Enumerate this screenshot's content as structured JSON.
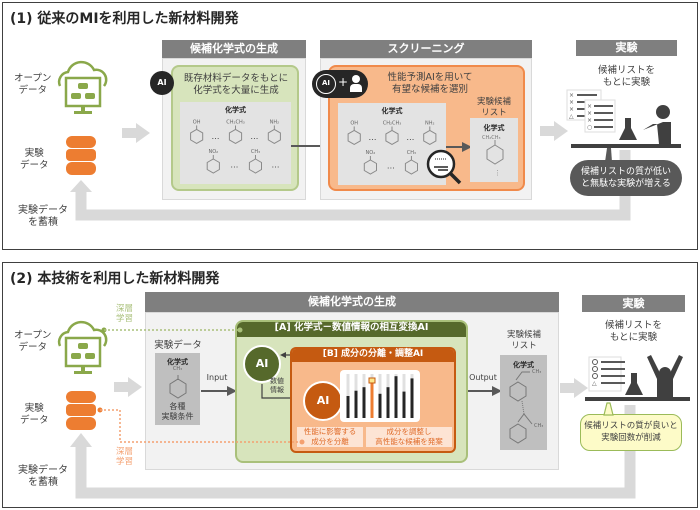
{
  "colors": {
    "green": "#8aa84a",
    "orange": "#ed7d31",
    "gray_header": "#7f7f7f",
    "green_box": "#d7e4bc",
    "orange_box": "#f8b98b",
    "olive": "#56692b",
    "dark_orange": "#c55a11",
    "bubble_yellow": "#fdfbc8"
  },
  "panel1": {
    "title": "(1) 従来のMIを利用した新材料開発",
    "open_data": "オープン\nデータ",
    "exp_data": "実験\nデータ",
    "accumulate": "実験データ\nを蓄積",
    "gen": {
      "header": "候補化学式の生成",
      "desc": "既存材料データをもとに\n化学式を大量に生成",
      "formula_label": "化学式",
      "ai": "AI"
    },
    "screen": {
      "header": "スクリーニング",
      "desc": "性能予測AIを用いて\n有望な候補を選別",
      "formula_label": "化学式",
      "ai": "AI",
      "plus": "+",
      "list_label": "実験候補\nリスト",
      "list_formula": "化学式",
      "list_sub": "CH₂CH₃"
    },
    "subs": [
      "OH",
      "CH₂CH₃",
      "NH₂",
      "NO₂",
      "CH₃"
    ],
    "dots": "…",
    "exp": {
      "header": "実験",
      "desc": "候補リストを\nもとに実験",
      "bubble": "候補リストの質が低い\nと無駄な実験が増える"
    }
  },
  "panel2": {
    "title": "(2) 本技術を利用した新材料開発",
    "open_data": "オープン\nデータ",
    "exp_data": "実験\nデータ",
    "accumulate": "実験データ\nを蓄積",
    "deep1": "深層\n学習",
    "deep2": "深層\n学習",
    "gen_header": "候補化学式の生成",
    "input_label": "実験データ",
    "input_formula": "化学式",
    "input_sub": "CH₃",
    "input_cond": "各種\n実験条件",
    "input": "Input",
    "output": "Output",
    "a_header": "[A] 化学式－数値情報の相互変換AI",
    "b_header": "[B] 成分の分離・調整AI",
    "numeric": "数値\n情報",
    "ai": "AI",
    "sep": "性能に影響する\n成分を分離",
    "adjust": "成分を調整し\n高性能な候補を発案",
    "list_label": "実験候補\nリスト",
    "list_formula": "化学式",
    "list_sub1": "CH₃",
    "list_sub2": "CH₃",
    "exp": {
      "header": "実験",
      "desc": "候補リストを\nもとに実験",
      "bubble": "候補リストの質が良いと\n実験回数が削減"
    }
  }
}
